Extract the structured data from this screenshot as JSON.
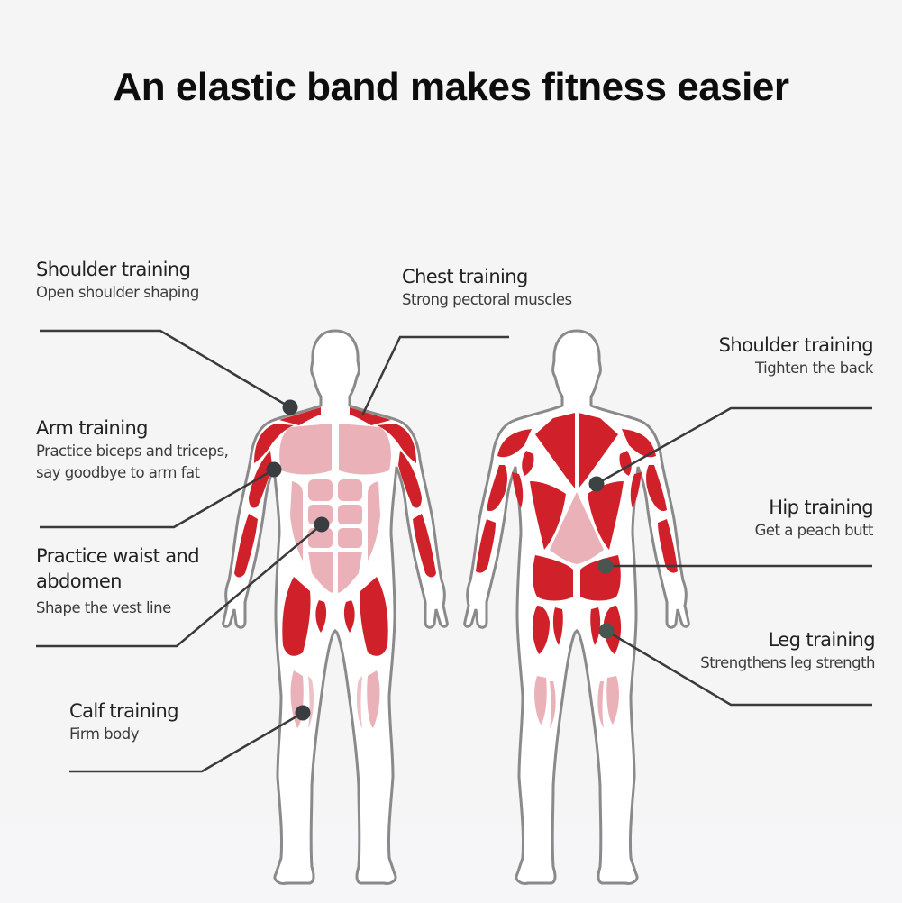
{
  "title": "An elastic band makes fitness easier",
  "colors": {
    "background": "#f5f5f5",
    "muscle_primary": "#d0202a",
    "muscle_secondary": "#eab2b8",
    "body_fill": "#ffffff",
    "body_outline": "#8a8a8a",
    "marker": "#3a3d3f",
    "leader_line": "#3a3a3a"
  },
  "figures": {
    "front": {
      "name": "front-body-figure"
    },
    "back": {
      "name": "back-body-figure"
    }
  },
  "callouts": {
    "shoulder_front": {
      "heading": "Shoulder training",
      "lines": [
        "Open shoulder shaping"
      ]
    },
    "chest": {
      "heading": "Chest training",
      "lines": [
        "Strong pectoral muscles"
      ]
    },
    "arm": {
      "heading": "Arm training",
      "lines": [
        "Practice biceps and triceps,",
        "say goodbye to arm fat"
      ]
    },
    "waist": {
      "heading_lines": [
        "Practice waist and",
        "abdomen"
      ],
      "lines": [
        "Shape the vest line"
      ]
    },
    "calf": {
      "heading": "Calf training",
      "lines": [
        "Firm body"
      ]
    },
    "shoulder_back": {
      "heading": "Shoulder training",
      "lines": [
        "Tighten the back"
      ]
    },
    "hip": {
      "heading": "Hip training",
      "lines": [
        "Get a peach butt"
      ]
    },
    "leg": {
      "heading": "Leg training",
      "lines": [
        "Strengthens leg strength"
      ]
    }
  }
}
